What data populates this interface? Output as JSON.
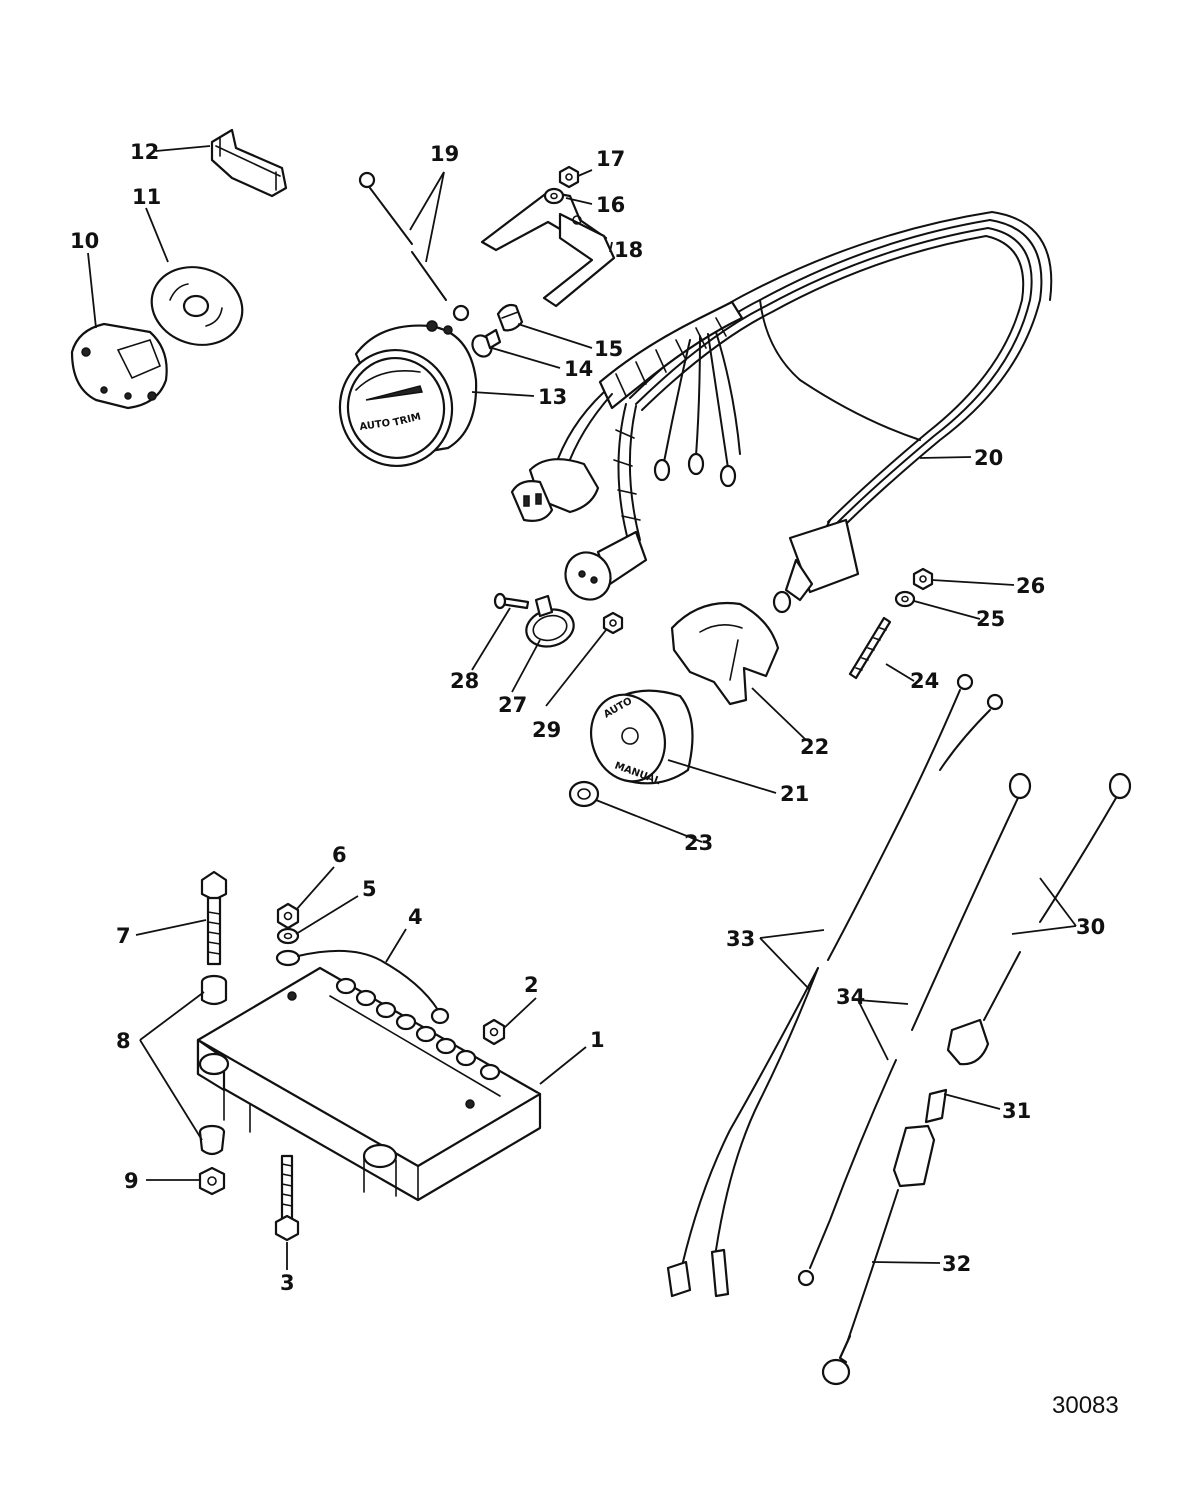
{
  "figure_id": "30083",
  "callouts": [
    {
      "n": "1"
    },
    {
      "n": "2"
    },
    {
      "n": "3"
    },
    {
      "n": "4"
    },
    {
      "n": "5"
    },
    {
      "n": "6"
    },
    {
      "n": "7"
    },
    {
      "n": "8"
    },
    {
      "n": "9"
    },
    {
      "n": "10"
    },
    {
      "n": "11"
    },
    {
      "n": "12"
    },
    {
      "n": "13"
    },
    {
      "n": "14"
    },
    {
      "n": "15"
    },
    {
      "n": "16"
    },
    {
      "n": "17"
    },
    {
      "n": "18"
    },
    {
      "n": "19"
    },
    {
      "n": "20"
    },
    {
      "n": "21"
    },
    {
      "n": "22"
    },
    {
      "n": "23"
    },
    {
      "n": "24"
    },
    {
      "n": "25"
    },
    {
      "n": "26"
    },
    {
      "n": "27"
    },
    {
      "n": "28"
    },
    {
      "n": "29"
    },
    {
      "n": "30"
    },
    {
      "n": "31"
    },
    {
      "n": "32"
    },
    {
      "n": "33"
    },
    {
      "n": "34"
    }
  ],
  "gauge": {
    "face_text_1": "AUTO",
    "face_text_2": "TRIM"
  },
  "switch_knob": {
    "face_text_1": "AUTO",
    "face_text_2": "MANUAL"
  }
}
